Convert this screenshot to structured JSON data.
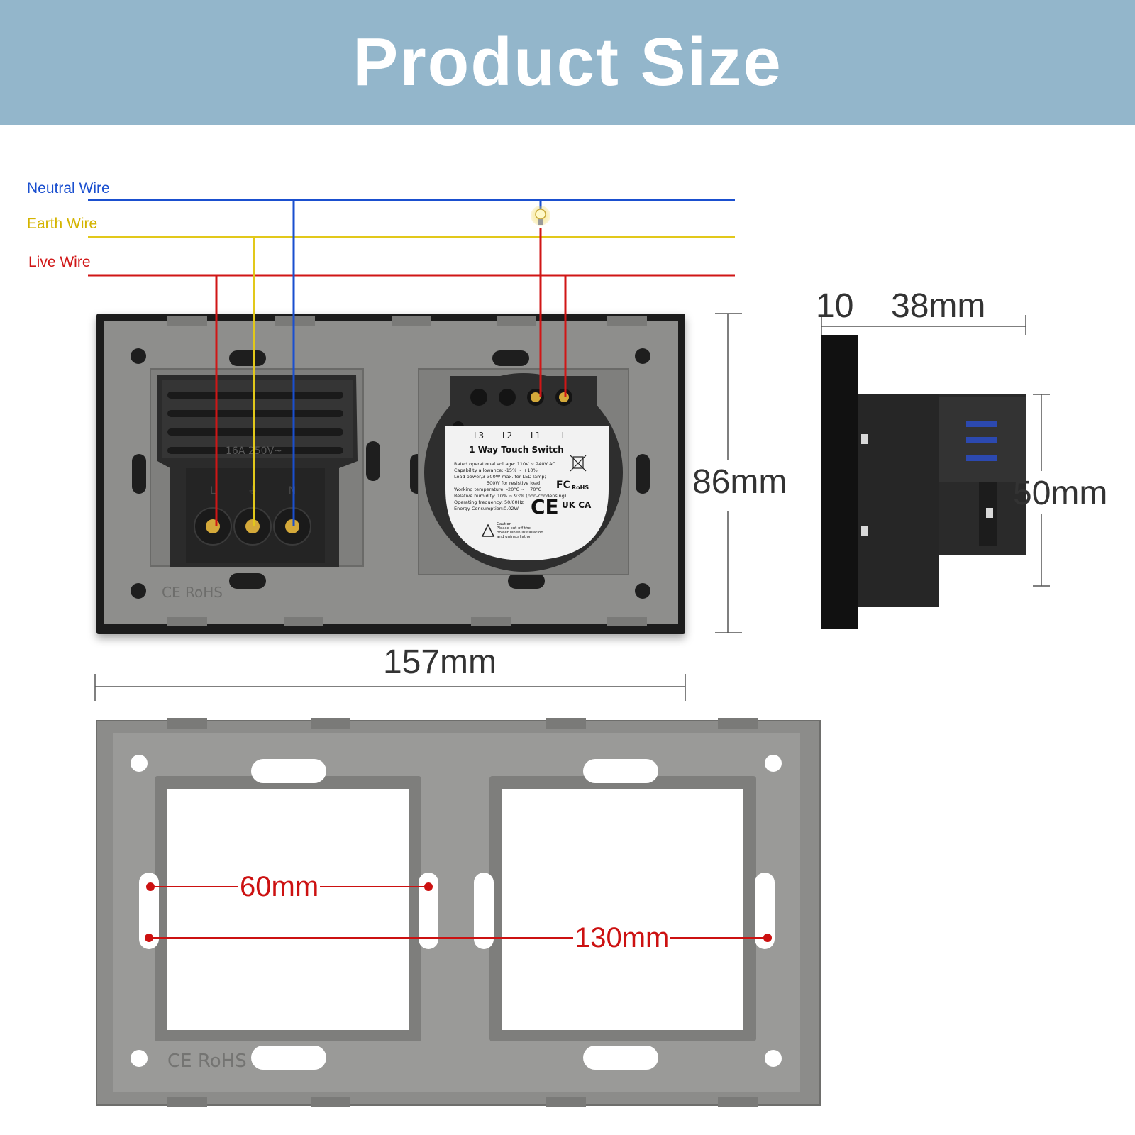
{
  "title": "Product Size",
  "wires": {
    "neutral": {
      "label": "Neutral Wire",
      "color": "#1a4fcf"
    },
    "earth": {
      "label": "Earth Wire",
      "color": "#e2c81a"
    },
    "live": {
      "label": "Live Wire",
      "color": "#d01616"
    }
  },
  "dimensions": {
    "width": "157mm",
    "height": "86mm",
    "plate_depth": "10",
    "body_depth": "38mm",
    "body_height": "50mm",
    "hole_spacing_small": "60mm",
    "hole_spacing_large": "130mm"
  },
  "switch_module": {
    "terminals": [
      "L3",
      "L2",
      "L1",
      "L"
    ],
    "name": "1 Way Touch Switch",
    "specs": [
      "Rated operational voltage:  110V ~ 240V AC",
      "Capability allowance: -15% ~ +10%",
      "Load power,3-300W max. for LED lamp;",
      "500W for resistive load",
      "Working temperature:  -20°C ~ +70°C",
      "Relative humidity: 10% ~ 93% (non-condensing)",
      "Operating frequency:  50/60Hz",
      "Energy Consumption:0.02W"
    ],
    "caution": [
      "Caution",
      "Please cut off the",
      "power when installation",
      "and uninstallation"
    ]
  },
  "socket_module": {
    "rating": "16A 250V~",
    "terminals": [
      "L",
      "⏚",
      "N"
    ]
  },
  "markings": {
    "cert": "CE RoHS",
    "ce": "CE",
    "ukca": "UK CA",
    "fc": "FC",
    "rohs": "RoHS"
  },
  "colors": {
    "header": "#93b6cb",
    "plate": "#8e8e8c",
    "module": "#2a2a2a",
    "dimension_red": "#cc1111"
  }
}
